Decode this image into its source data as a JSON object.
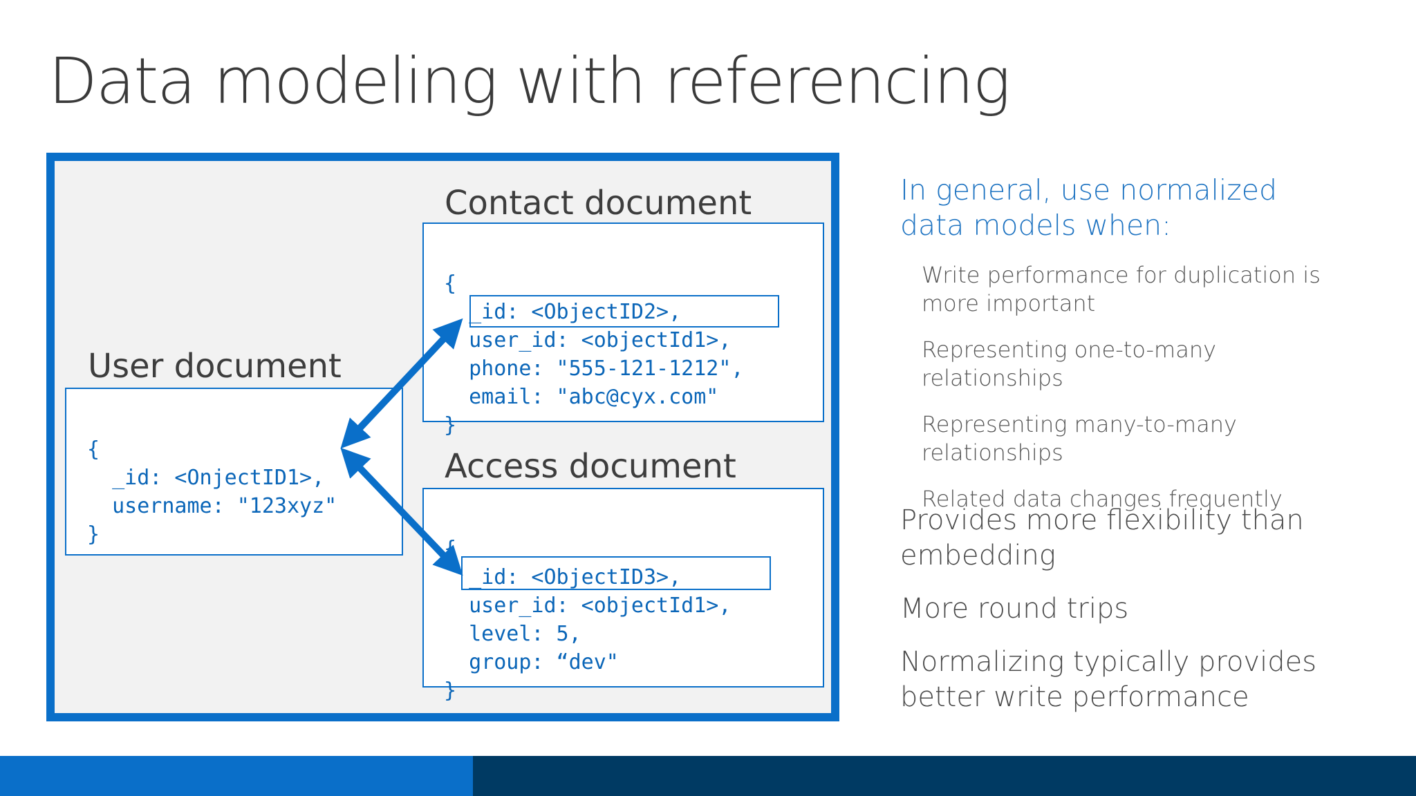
{
  "slide": {
    "title": "Data modeling with referencing"
  },
  "diagram": {
    "user_doc": {
      "heading": "User document",
      "code": [
        "{",
        "  _id: <OnjectID1>,",
        "  username: \"123xyz\"",
        "}"
      ]
    },
    "contact_doc": {
      "heading": "Contact document",
      "code": [
        "{",
        "  _id: <ObjectID2>,",
        "  user_id: <objectId1>,",
        "  phone: \"555-121-1212\",",
        "  email: \"abc@cyx.com\"",
        "}"
      ]
    },
    "access_doc": {
      "heading": "Access document",
      "code": [
        "{",
        "  _id: <ObjectID3>,",
        "  user_id: <objectId1>,",
        "  level: 5,",
        "  group: “dev\"",
        "}"
      ]
    },
    "colors": {
      "accent": "#0a6fc9",
      "code": "#0b66b8",
      "panel_bg": "#f2f2f2"
    }
  },
  "side": {
    "heading": "In general, use normalized data models when:",
    "sub_items": [
      "Write performance for duplication is more important",
      "Representing one-to-many relationships",
      "Representing many-to-many relationships",
      "Related data changes frequently"
    ],
    "main_items": [
      "Provides more flexibility than embedding",
      "More round trips",
      "Normalizing typically provides better write performance"
    ]
  },
  "footer": {
    "left_color": "#0a6fc9",
    "right_color": "#003a63"
  }
}
